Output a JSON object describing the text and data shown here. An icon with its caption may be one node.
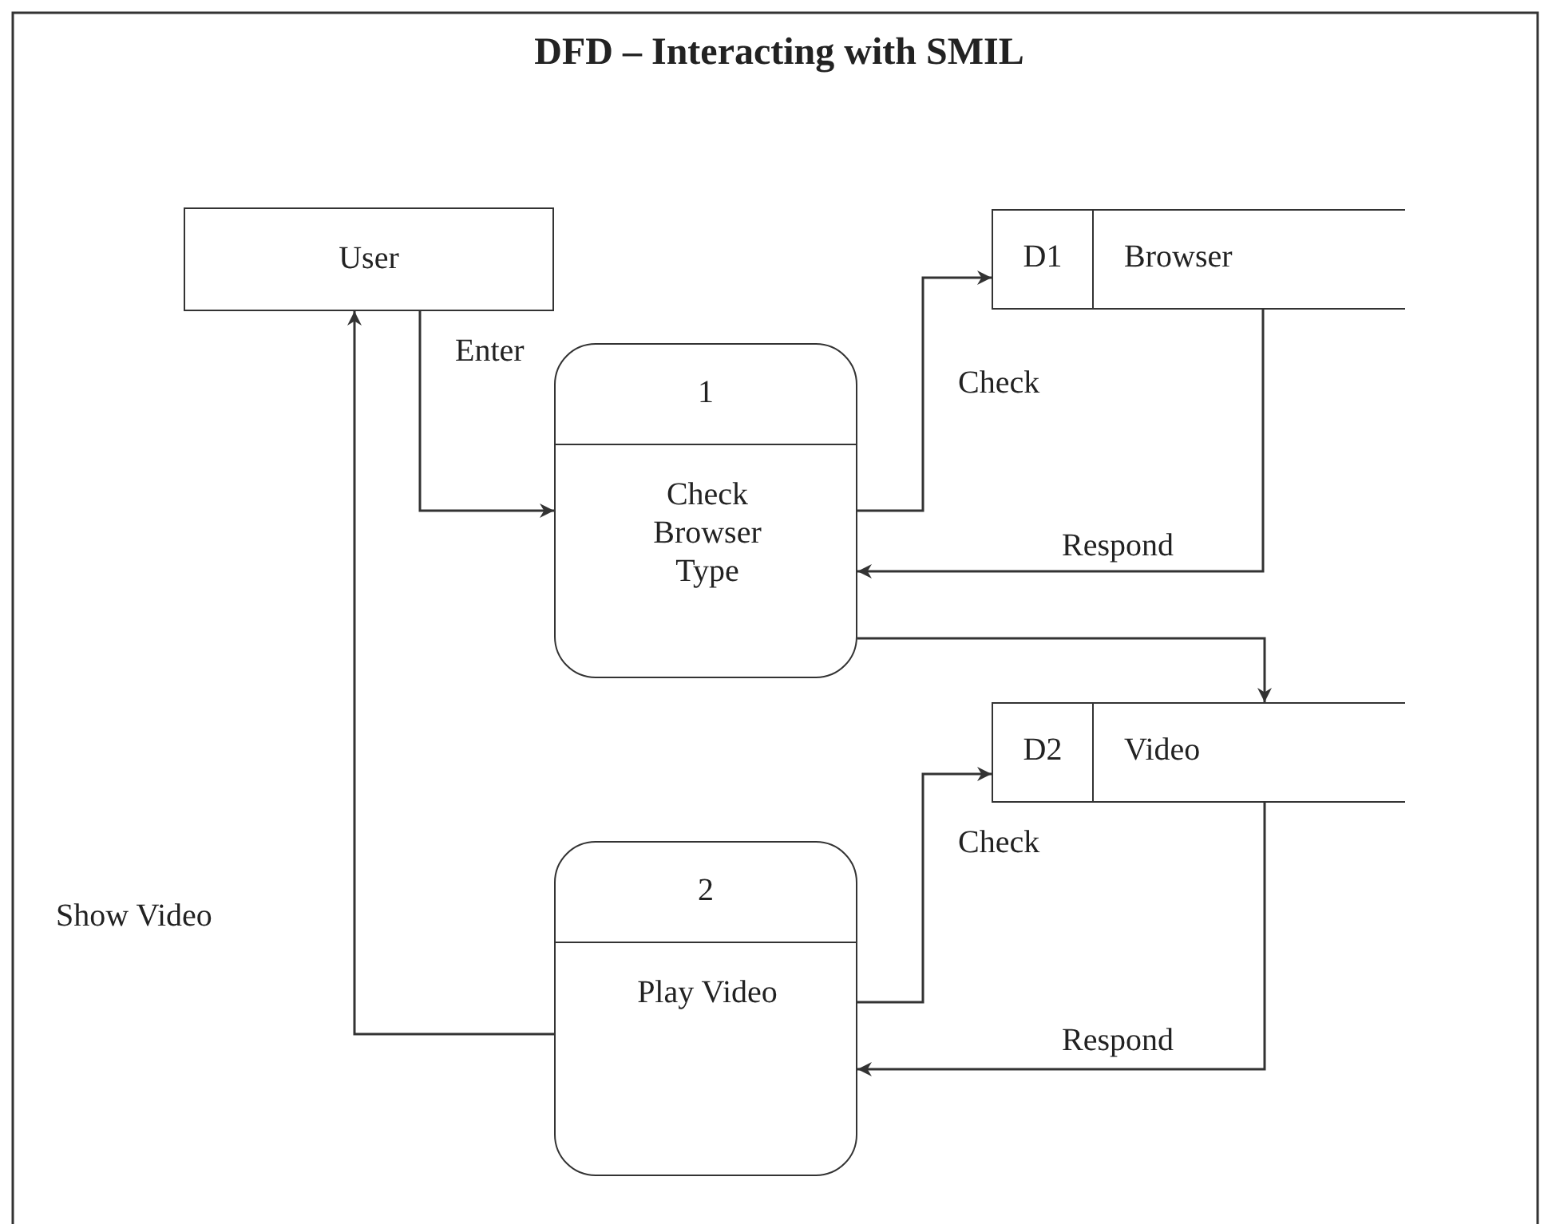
{
  "diagram": {
    "title": "DFD – Interacting with SMIL",
    "nodes": [
      {
        "text": [
          "User"
        ]
      },
      {
        "text": [
          "1",
          "Check Browser Type"
        ]
      },
      {
        "text": [
          "D1",
          "Browser"
        ]
      },
      {
        "text": [
          "D2",
          "Video"
        ]
      },
      {
        "text": [
          "2",
          "Play Video"
        ]
      }
    ],
    "edges": [
      {
        "from": 0,
        "to": 1,
        "arrow": "to",
        "label": "Enter"
      },
      {
        "from": 1,
        "to": 2,
        "arrow": "to",
        "label": "Check"
      },
      {
        "from": 2,
        "to": 1,
        "arrow": "to",
        "label": "Respond"
      },
      {
        "from": 1,
        "to": 3,
        "arrow": "to"
      },
      {
        "from": 4,
        "to": 3,
        "arrow": "to",
        "label": "Check"
      },
      {
        "from": 3,
        "to": 4,
        "arrow": "to",
        "label": "Respond"
      },
      {
        "from": 4,
        "to": 0,
        "arrow": "to"
      }
    ],
    "labels": [
      "Show Video"
    ]
  }
}
